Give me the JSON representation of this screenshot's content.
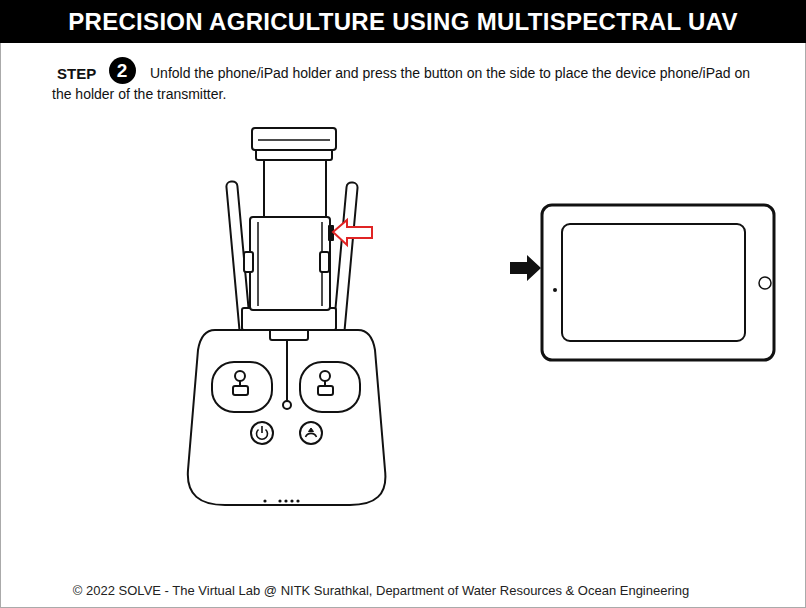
{
  "diagram": {
    "title": "PRECISION AGRICULTURE USING MULTISPECTRAL UAV",
    "caption": "© 2022 SOLVE - The Virtual Lab @ NITK Surathkal, Department of Water Resources & Ocean Engineering",
    "nodes": [
      {
        "text": [
          "2"
        ]
      }
    ],
    "labels": [
      "STEP",
      "Unfold the phone/iPad holder and press the button on the side to place the device phone/iPad on the holder of the transmitter."
    ]
  }
}
